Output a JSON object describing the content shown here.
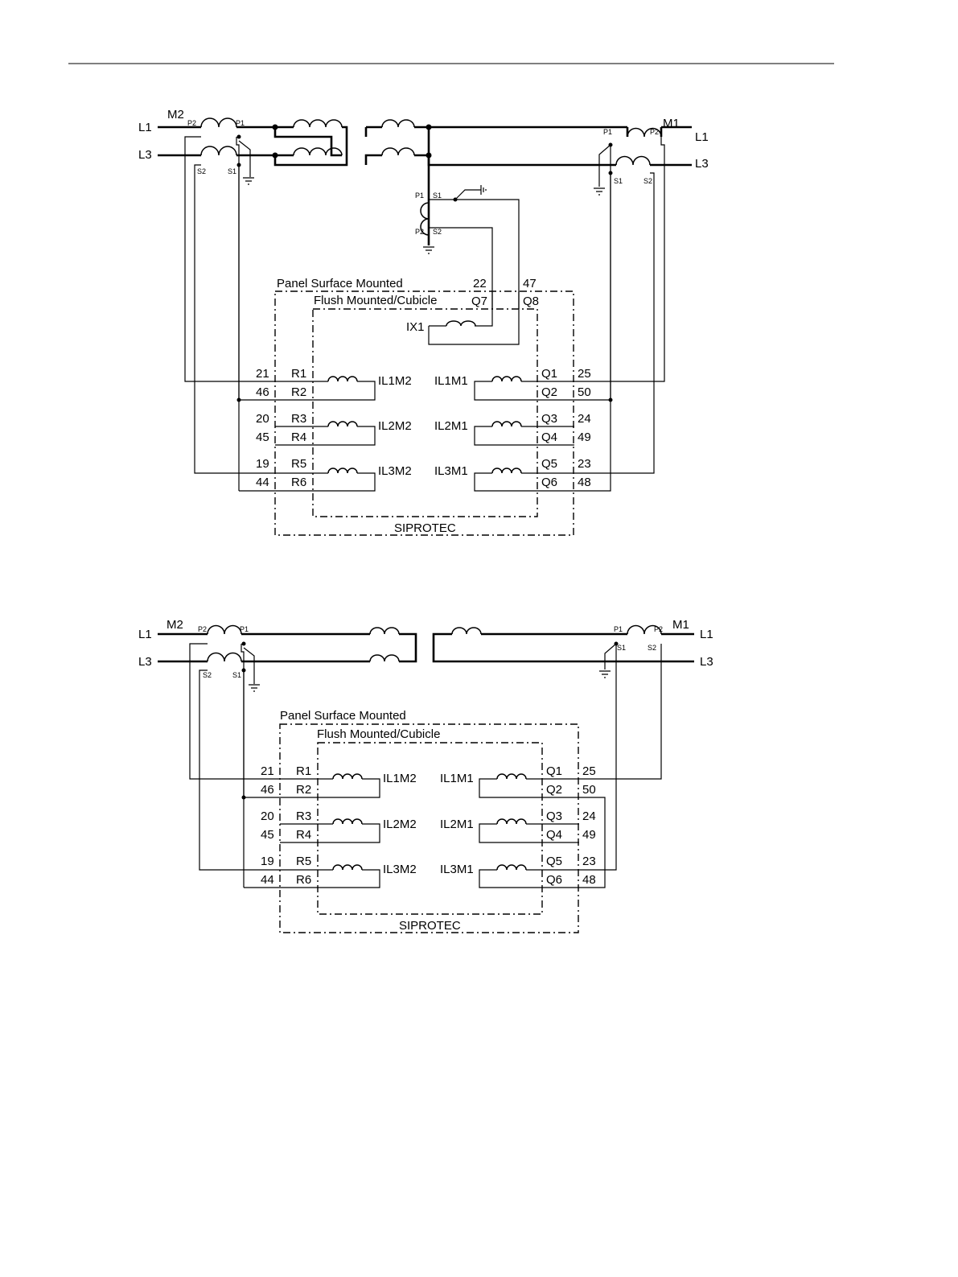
{
  "top": {
    "line_l1": "L1",
    "line_l3": "L3",
    "ct_m2": "M2",
    "ct_m1": "M1",
    "p1": "P1",
    "p2": "P2",
    "s1": "S1",
    "s2": "S2",
    "panel_surface": "Panel Surface Mounted",
    "flush_cubicle": "Flush Mounted/Cubicle",
    "device": "SIPROTEC",
    "ix1": "IX1",
    "t22": "22",
    "t47": "47",
    "q7": "Q7",
    "q8": "Q8",
    "left_terminals": [
      {
        "num": "21",
        "pin": "R1"
      },
      {
        "num": "46",
        "pin": "R2"
      },
      {
        "num": "20",
        "pin": "R3"
      },
      {
        "num": "45",
        "pin": "R4"
      },
      {
        "num": "19",
        "pin": "R5"
      },
      {
        "num": "44",
        "pin": "R6"
      }
    ],
    "right_terminals": [
      {
        "num": "25",
        "pin": "Q1"
      },
      {
        "num": "50",
        "pin": "Q2"
      },
      {
        "num": "24",
        "pin": "Q3"
      },
      {
        "num": "49",
        "pin": "Q4"
      },
      {
        "num": "23",
        "pin": "Q5"
      },
      {
        "num": "48",
        "pin": "Q6"
      }
    ],
    "left_inputs": [
      "IL1M2",
      "IL2M2",
      "IL3M2"
    ],
    "right_inputs": [
      "IL1M1",
      "IL2M1",
      "IL3M1"
    ]
  },
  "bottom": {
    "line_l1": "L1",
    "line_l3": "L3",
    "ct_m2": "M2",
    "ct_m1": "M1",
    "p1": "P1",
    "p2": "P2",
    "s1": "S1",
    "s2": "S2",
    "panel_surface": "Panel Surface Mounted",
    "flush_cubicle": "Flush Mounted/Cubicle",
    "device": "SIPROTEC",
    "left_terminals": [
      {
        "num": "21",
        "pin": "R1"
      },
      {
        "num": "46",
        "pin": "R2"
      },
      {
        "num": "20",
        "pin": "R3"
      },
      {
        "num": "45",
        "pin": "R4"
      },
      {
        "num": "19",
        "pin": "R5"
      },
      {
        "num": "44",
        "pin": "R6"
      }
    ],
    "right_terminals": [
      {
        "num": "25",
        "pin": "Q1"
      },
      {
        "num": "50",
        "pin": "Q2"
      },
      {
        "num": "24",
        "pin": "Q3"
      },
      {
        "num": "49",
        "pin": "Q4"
      },
      {
        "num": "23",
        "pin": "Q5"
      },
      {
        "num": "48",
        "pin": "Q6"
      }
    ],
    "left_inputs": [
      "IL1M2",
      "IL2M2",
      "IL3M2"
    ],
    "right_inputs": [
      "IL1M1",
      "IL2M1",
      "IL3M1"
    ]
  }
}
